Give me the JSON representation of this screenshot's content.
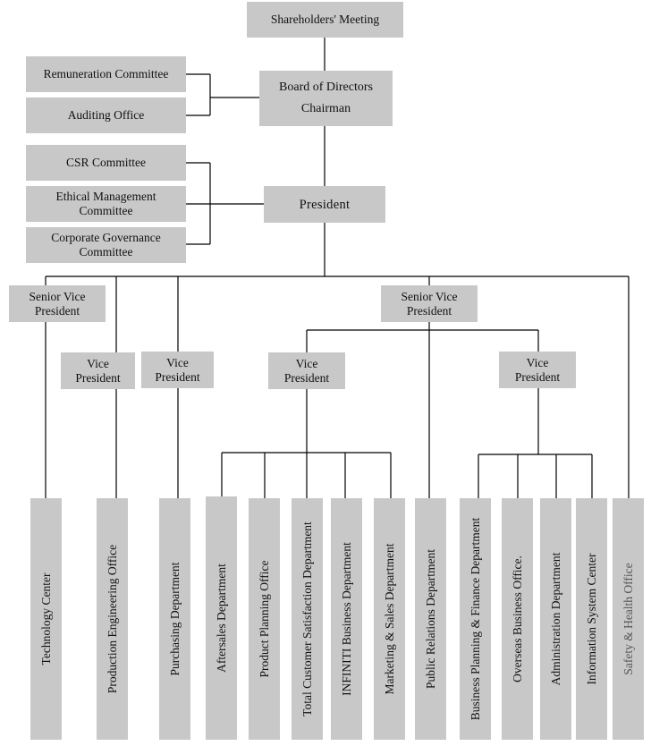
{
  "shareholders": "Shareholders' Meeting",
  "board": {
    "line1": "Board of Directors",
    "line2": "Chairman"
  },
  "remuneration": "Remuneration Committee",
  "auditing": "Auditing Office",
  "csr": "CSR Committee",
  "ethical": {
    "line1": "Ethical Management",
    "line2": "Committee"
  },
  "governance": {
    "line1": "Corporate Governance",
    "line2": "Committee"
  },
  "president": "President",
  "svp_left": {
    "line1": "Senior Vice",
    "line2": "President"
  },
  "svp_right": {
    "line1": "Senior Vice",
    "line2": "President"
  },
  "vp_production": {
    "line1": "Vice",
    "line2": "President"
  },
  "vp_purchasing": {
    "line1": "Vice",
    "line2": "President"
  },
  "vp_customer": {
    "line1": "Vice",
    "line2": "President"
  },
  "vp_admin": {
    "line1": "Vice",
    "line2": "President"
  },
  "departments": [
    "Technology Center",
    "Production Engineering Office",
    "Purchasing Department",
    "Aftersales Department",
    "Product Planning Office",
    "Total Customer Satisfaction Department",
    "INFINITI Business Department",
    "Marketing & Sales Department",
    "Public Relations Department",
    "Business Planning & Finance Department",
    "Overseas Business Office.",
    "Administration Department",
    "Information System Center",
    "Safety & Health Office"
  ]
}
